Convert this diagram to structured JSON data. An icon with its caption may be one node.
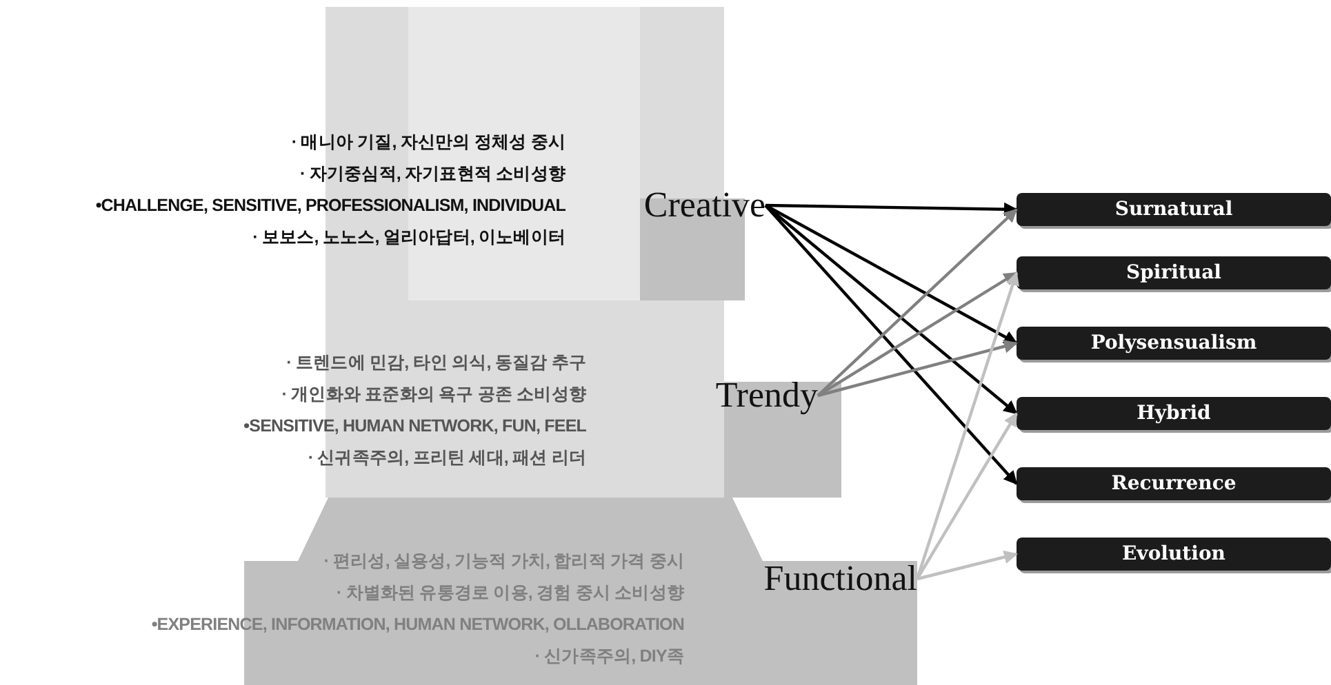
{
  "diagram": {
    "nodes": [
      {
        "text": [
          "Creative"
        ],
        "beside": [
          "· 매니아 기질, 자신만의 정체성 중시",
          "· 자기중심적, 자기표현적 소비성향",
          "•CHALLENGE, SENSITIVE, PROFESSIONALISM, INDIVIDUAL",
          "· 보보스, 노노스, 얼리아답터, 이노베이터"
        ]
      },
      {
        "text": [
          "Trendy"
        ],
        "beside": [
          "· 트렌드에 민감, 타인 의식, 동질감 추구",
          "· 개인화와 표준화의 욕구 공존 소비성향",
          "•SENSITIVE, HUMAN NETWORK, FUN, FEEL",
          "· 신귀족주의, 프리틴 세대, 패션 리더"
        ]
      },
      {
        "text": [
          "Functional"
        ],
        "beside": [
          "· 편리성, 실용성, 기능적 가치, 합리적 가격 중시",
          "· 차별화된 유통경로 이용, 경험 중시 소비성향",
          "•EXPERIENCE, INFORMATION, HUMAN NETWORK, OLLABORATION",
          "· 신가족주의, DIY족"
        ]
      },
      {
        "text": [
          "Surnatural"
        ]
      },
      {
        "text": [
          "Spiritual"
        ]
      },
      {
        "text": [
          "Polysensualism"
        ]
      },
      {
        "text": [
          "Hybrid"
        ]
      },
      {
        "text": [
          "Recurrence"
        ]
      },
      {
        "text": [
          "Evolution"
        ]
      }
    ],
    "edges": [
      {
        "from": 0,
        "to": 3,
        "arrow": "to"
      },
      {
        "from": 0,
        "to": 5,
        "arrow": "to"
      },
      {
        "from": 0,
        "to": 6,
        "arrow": "to"
      },
      {
        "from": 0,
        "to": 7,
        "arrow": "to"
      },
      {
        "from": 1,
        "to": 3,
        "arrow": "to",
        "color": "#808080"
      },
      {
        "from": 1,
        "to": 4,
        "arrow": "to",
        "color": "#808080"
      },
      {
        "from": 1,
        "to": 5,
        "arrow": "to",
        "color": "#808080"
      },
      {
        "from": 2,
        "to": 4,
        "arrow": "to",
        "color": "#c0c0c0"
      },
      {
        "from": 2,
        "to": 6,
        "arrow": "to",
        "color": "#c0c0c0"
      },
      {
        "from": 2,
        "to": 8,
        "arrow": "to",
        "color": "#c0c0c0"
      }
    ]
  }
}
